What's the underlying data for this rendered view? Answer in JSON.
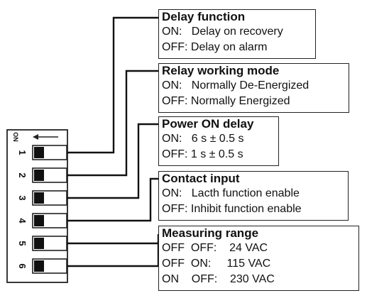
{
  "switch_block": {
    "on_label": "ON",
    "switches": [
      "1",
      "2",
      "3",
      "4",
      "5",
      "6"
    ]
  },
  "functions": [
    {
      "title": "Delay function",
      "lines": [
        "ON:   Delay on recovery",
        "OFF: Delay on alarm"
      ]
    },
    {
      "title": "Relay working mode",
      "lines": [
        "ON:   Normally De-Energized",
        "OFF: Normally Energized"
      ]
    },
    {
      "title": "Power ON delay",
      "lines": [
        "ON:   6 s ± 0.5 s",
        "OFF: 1 s ± 0.5 s"
      ]
    },
    {
      "title": "Contact input",
      "lines": [
        "ON:   Lacth function enable",
        "OFF: Inhibit function enable"
      ]
    },
    {
      "title": "Measuring range",
      "lines": [
        "OFF  OFF:    24 VAC",
        "OFF  ON:     115 VAC",
        "ON    OFF:    230 VAC"
      ]
    }
  ]
}
